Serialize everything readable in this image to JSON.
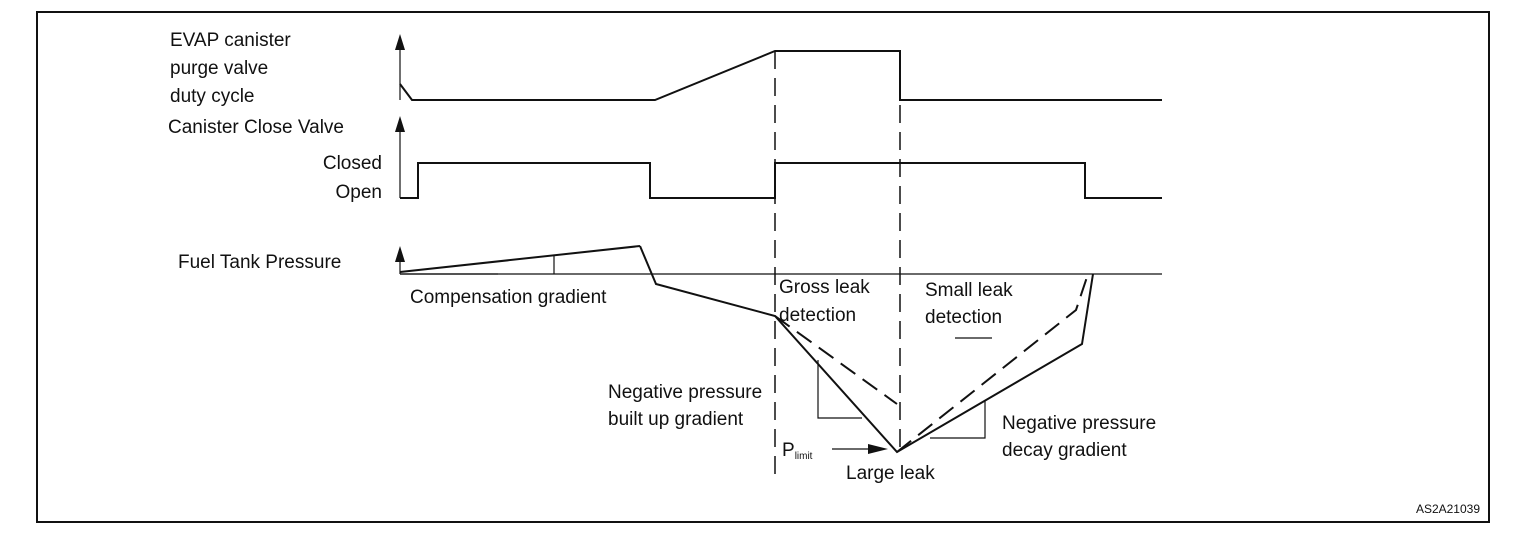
{
  "labels": {
    "evap_line1": "EVAP canister",
    "evap_line2": "purge valve",
    "evap_line3": "duty cycle",
    "close_valve": "Canister Close Valve",
    "closed": "Closed",
    "open": "Open",
    "fuel_tank_pressure": "Fuel Tank Pressure",
    "compensation_gradient": "Compensation gradient",
    "gross_leak_line1": "Gross  leak",
    "gross_leak_line2": "detection",
    "small_leak_line1": "Small leak",
    "small_leak_line2": "detection",
    "neg_built_line1": "Negative  pressure",
    "neg_built_line2": "built up gradient",
    "p_limit_main": "P",
    "p_limit_sub": "limit",
    "large_leak": "Large leak",
    "neg_decay_line1": "Negative  pressure",
    "neg_decay_line2": "decay gradient",
    "figure_code": "AS2A21039"
  }
}
